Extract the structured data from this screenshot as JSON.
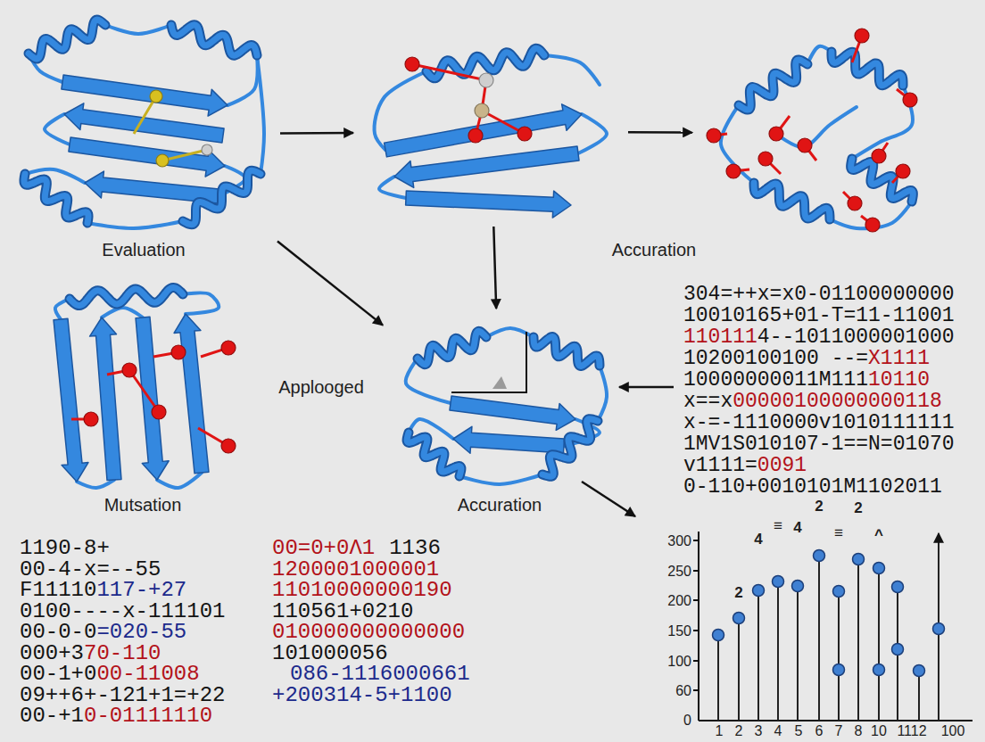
{
  "diagram": {
    "nodes": [
      {
        "text": [
          "Evaluation"
        ]
      },
      {
        "text": []
      },
      {
        "text": []
      },
      {
        "text": [
          "Mutsation"
        ]
      },
      {
        "text": [
          "Accuration"
        ]
      }
    ],
    "edges": [
      {
        "from": 0,
        "to": 1,
        "arrow": "to"
      },
      {
        "from": 1,
        "to": 2,
        "arrow": "to"
      },
      {
        "from": 0,
        "to": 4,
        "arrow": "to"
      },
      {
        "from": 1,
        "to": 4,
        "arrow": "to"
      }
    ],
    "labels": [
      "Applooged",
      "Accuration",
      "304=++x=x0-01100000000",
      "10010165+01-T=11-11001",
      "110111",
      "4--1011000001000",
      "10200100100 --=",
      "X1111",
      "10000000011M111",
      "10110",
      "x==x",
      "00000100000000118",
      "x-=-1110000v1010111111",
      "1MV1S010107-1==N=01070",
      "v1111=",
      "0091",
      "0-110+0010101M1102011",
      "1190-8+",
      "00-4-x=--55",
      "F11110",
      "117-+27",
      "0100----x-111101",
      "00-0-0",
      "=020-55",
      "000+3",
      "70-110",
      "00-1+0",
      "00-11008",
      "09++6+-121+1=+22",
      "00-+1",
      "0-01111110",
      "00=0+0Λ1",
      "1136",
      "1200001000001",
      "11010000000190",
      "110561+0210",
      "010000000000000",
      "101000056",
      "086-1116000661",
      "+200314-5+1100",
      "2",
      "4",
      "≡",
      "4",
      "2",
      "≡",
      "2",
      "^",
      "300",
      "250",
      "200",
      "150",
      "100",
      "60",
      "0",
      "1",
      "2",
      "3",
      "4",
      "5",
      "6",
      "7",
      "8",
      "10",
      "1112",
      "100"
    ]
  }
}
